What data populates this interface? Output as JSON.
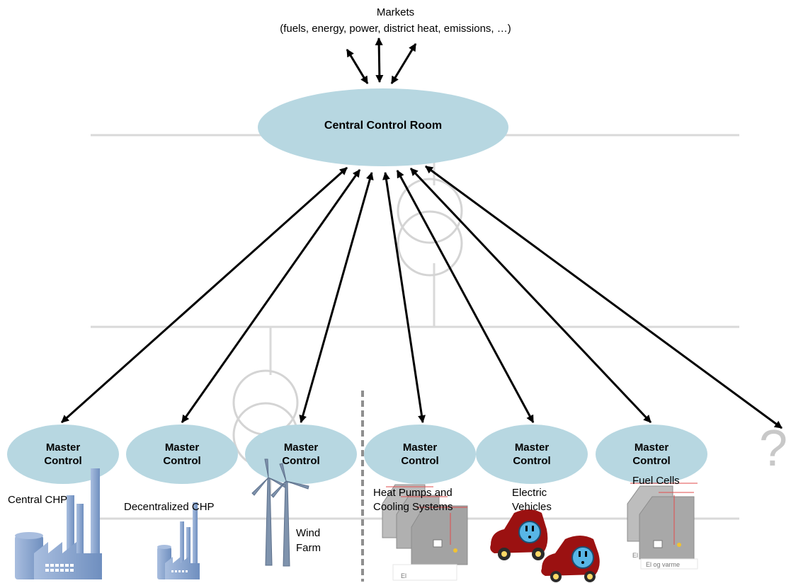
{
  "markets": {
    "title": "Markets",
    "subtitle": "(fuels, energy, power, district heat, emissions, …)"
  },
  "central": {
    "label": "Central Control Room"
  },
  "master_controls": [
    {
      "line1": "Master",
      "line2": "Control"
    },
    {
      "line1": "Master",
      "line2": "Control"
    },
    {
      "line1": "Master",
      "line2": "Control"
    },
    {
      "line1": "Master",
      "line2": "Control"
    },
    {
      "line1": "Master",
      "line2": "Control"
    },
    {
      "line1": "Master",
      "line2": "Control"
    }
  ],
  "captions": {
    "central_chp": "Central CHP",
    "decentralized_chp": "Decentralized CHP",
    "wind_farm_1": "Wind",
    "wind_farm_2": "Farm",
    "heat_pumps_1": "Heat Pumps and",
    "heat_pumps_2": "Cooling Systems",
    "ev_1": "Electric",
    "ev_2": "Vehicles",
    "fuel_cells": "Fuel Cells"
  },
  "house_labels": {
    "el": "El",
    "el_og_varme": "El og varme"
  },
  "unknown": {
    "symbol": "?"
  },
  "colors": {
    "ellipse_fill": "#b7d7e1",
    "grid_line": "#d9d9d9",
    "factory": "#8ea7cf",
    "car": "#9b1111",
    "house": "#9a9a9a",
    "outlet_face": "#58b6e6"
  }
}
